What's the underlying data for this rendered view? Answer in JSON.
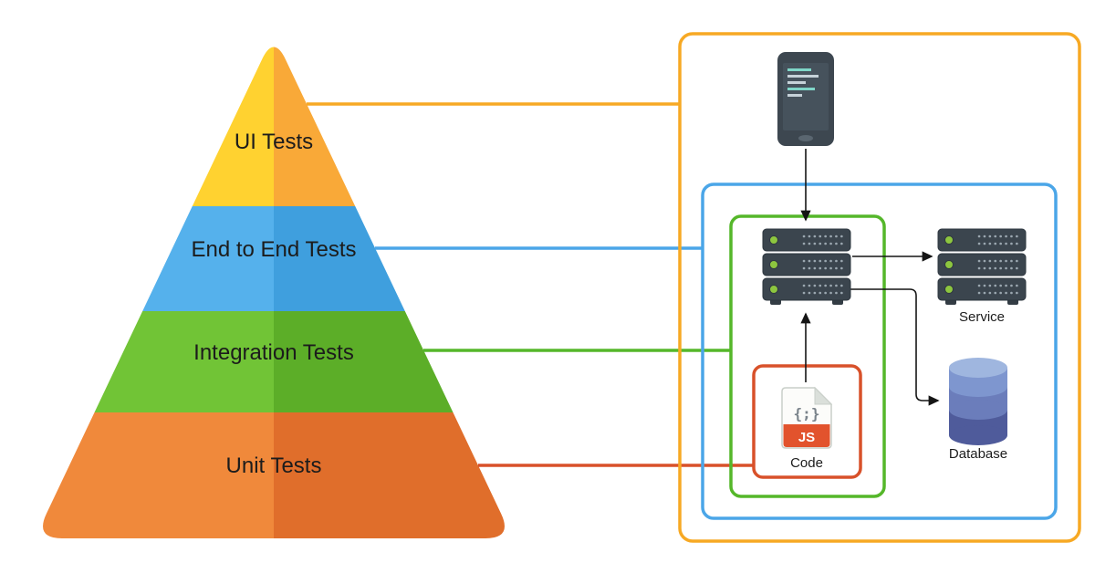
{
  "pyramid": {
    "levels": [
      {
        "label": "UI Tests",
        "color_left": "#FFD230",
        "color_right": "#F9A938"
      },
      {
        "label": "End to End Tests",
        "color_left": "#55B1EC",
        "color_right": "#3F9FDE"
      },
      {
        "label": "Integration Tests",
        "color_left": "#71C436",
        "color_right": "#5CAE28"
      },
      {
        "label": "Unit Tests",
        "color_left": "#F0893B",
        "color_right": "#E06E2B"
      }
    ]
  },
  "boxes": {
    "ui_tests": {
      "color": "#F7A924"
    },
    "end_to_end": {
      "color": "#4BA6E8"
    },
    "integration": {
      "color": "#55B72A"
    },
    "unit_tests": {
      "color": "#D8512A"
    }
  },
  "architecture": {
    "service_label": "Service",
    "database_label": "Database",
    "code_label": "Code",
    "js_badge": "JS",
    "code_glyph": "{;}"
  },
  "edges": [
    {
      "from": "phone",
      "to": "server"
    },
    {
      "from": "code",
      "to": "server"
    },
    {
      "from": "server",
      "to": "service"
    },
    {
      "from": "server",
      "to": "database"
    }
  ],
  "pyramid_links": [
    {
      "level": "UI Tests",
      "box": "ui_tests"
    },
    {
      "level": "End to End Tests",
      "box": "end_to_end"
    },
    {
      "level": "Integration Tests",
      "box": "integration"
    },
    {
      "level": "Unit Tests",
      "box": "unit_tests"
    }
  ],
  "icons": {
    "phone": "smartphone-icon",
    "main_server": "server-stack-icon",
    "service": "server-stack-icon",
    "database": "database-cylinder-icon",
    "code_file": "js-code-file-icon"
  }
}
